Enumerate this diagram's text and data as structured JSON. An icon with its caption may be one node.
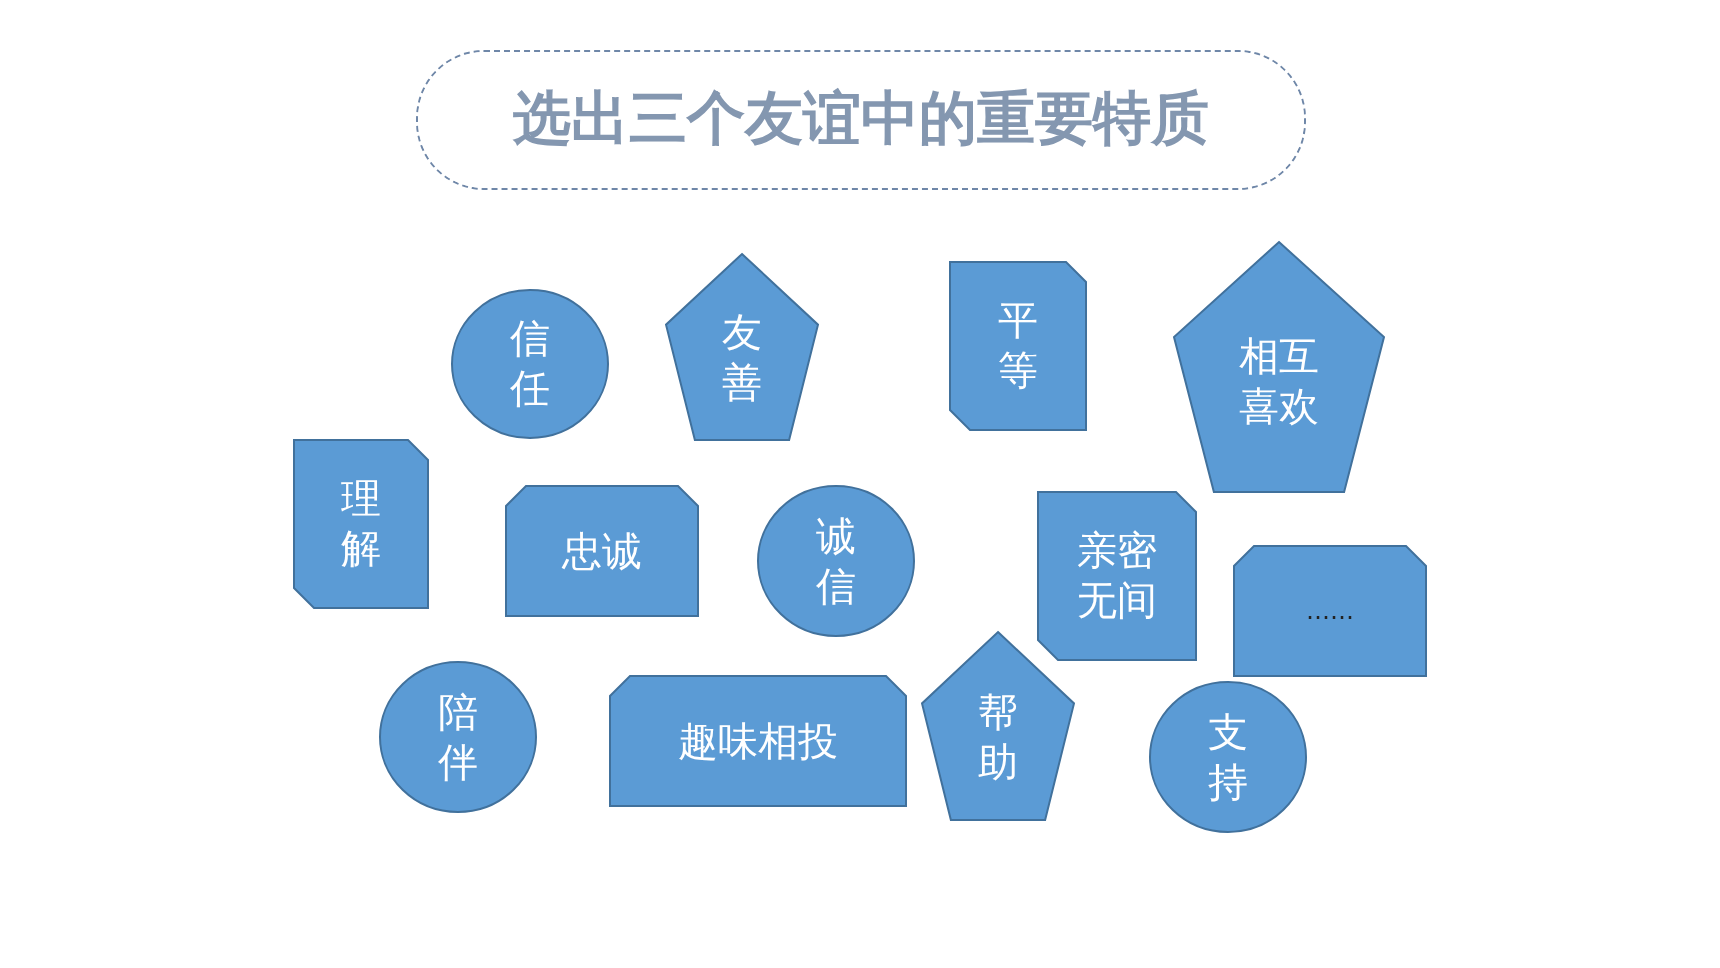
{
  "diagram": {
    "title": "选出三个友谊中的重要特质",
    "nodes": [
      {
        "text": [
          "信任"
        ]
      },
      {
        "text": [
          "友善"
        ]
      },
      {
        "text": [
          "平等"
        ]
      },
      {
        "text": [
          "相互喜欢"
        ]
      },
      {
        "text": [
          "理解"
        ]
      },
      {
        "text": [
          "忠诚"
        ]
      },
      {
        "text": [
          "诚信"
        ]
      },
      {
        "text": [
          "亲密无间"
        ]
      },
      {
        "text": [
          "……"
        ]
      },
      {
        "text": [
          "陪伴"
        ]
      },
      {
        "text": [
          "趣味相投"
        ]
      },
      {
        "text": [
          "帮助"
        ]
      },
      {
        "text": [
          "支持"
        ]
      }
    ],
    "edges": []
  }
}
